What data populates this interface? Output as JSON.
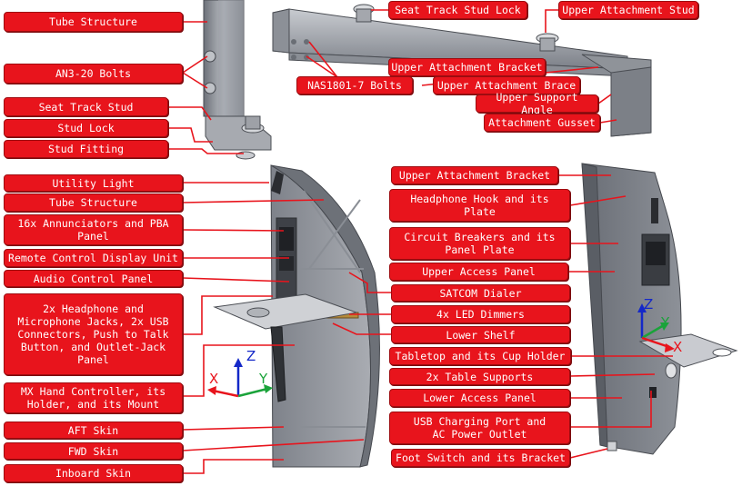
{
  "labels": {
    "tube_structure_top": "Tube Structure",
    "an3_bolts": "AN3-20 Bolts",
    "seat_track_stud": "Seat Track Stud",
    "stud_lock": "Stud Lock",
    "stud_fitting": "Stud Fitting",
    "seat_track_stud_lock": "Seat Track Stud Lock",
    "upper_attachment_stud": "Upper Attachment Stud",
    "upper_attachment_bracket_top": "Upper Attachment Bracket",
    "nas_bolts": "NAS1801-7 Bolts",
    "upper_attachment_brace": "Upper Attachment Brace",
    "upper_support_angle": "Upper Support Angle",
    "attachment_gusset": "Attachment Gusset",
    "utility_light": "Utility Light",
    "tube_structure": "Tube Structure",
    "annunciators": "16x Annunciators and PBA\nPanel",
    "remote_control_display": "Remote Control Display Unit",
    "audio_control_panel": "Audio Control Panel",
    "headphone_jacks": "2x Headphone and\nMicrophone Jacks, 2x USB\nConnectors, Push to Talk\nButton, and Outlet-Jack\nPanel",
    "mx_hand_controller": "MX Hand Controller, its\nHolder, and its Mount",
    "aft_skin": "AFT Skin",
    "fwd_skin": "FWD Skin",
    "inboard_skin": "Inboard Skin",
    "upper_attachment_bracket": "Upper Attachment Bracket",
    "headphone_hook": "Headphone Hook and its\nPlate",
    "circuit_breakers": "Circuit Breakers and its\nPanel Plate",
    "upper_access_panel": "Upper Access Panel",
    "satcom_dialer": "SATCOM Dialer",
    "led_dimmers": "4x LED Dimmers",
    "lower_shelf": "Lower Shelf",
    "tabletop": "Tabletop and its Cup Holder",
    "table_supports": "2x Table Supports",
    "lower_access_panel": "Lower Access Panel",
    "usb_charging": "USB Charging Port and\nAC Power Outlet",
    "foot_switch": "Foot Switch and its Bracket"
  },
  "axes": {
    "left": {
      "x": "X",
      "y": "Y",
      "z": "Z"
    },
    "right": {
      "x": "X",
      "y": "Y",
      "z": "Z"
    }
  },
  "colors": {
    "label_fill": "#e8141c",
    "leader": "#e8141c",
    "axis_x": "#e8141c",
    "axis_y": "#1aa33a",
    "axis_z": "#1428c8",
    "metal_dark": "#5a5e66",
    "metal_mid": "#8a8e96",
    "metal_light": "#c2c5cb"
  }
}
